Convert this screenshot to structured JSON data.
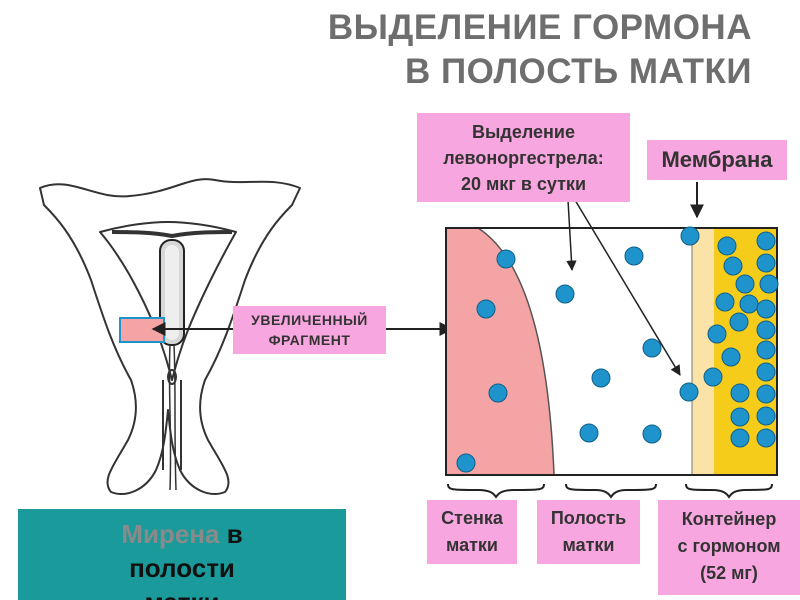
{
  "title": {
    "line1": "ВЫДЕЛЕНИЕ ГОРМОНА",
    "line2": "В ПОЛОСТЬ МАТКИ"
  },
  "labels": {
    "release_line1": "Выделение",
    "release_line2": "левоноргестрела:",
    "release_line3": "20 мкг в сутки",
    "membrane": "Мембрана",
    "fragment_line1": "УВЕЛИЧЕННЫЙ",
    "fragment_line2": "ФРАГМЕНТ",
    "wall_line1": "Стенка",
    "wall_line2": "матки",
    "cavity_line1": "Полость",
    "cavity_line2": "матки",
    "container_line1": "Контейнер",
    "container_line2": "с гормоном",
    "container_line3": "(52 мг)"
  },
  "caption": {
    "brand": "Мирена",
    "text1": " в",
    "text2": "полости",
    "text3": "матки"
  },
  "colors": {
    "pink_label": "#f7a6df",
    "uterine_wall": "#f4a4a4",
    "membrane": "#fbe3a8",
    "container": "#f6cc1a",
    "dot": "#1f94cc",
    "teal_caption": "#1a9a9a"
  }
}
